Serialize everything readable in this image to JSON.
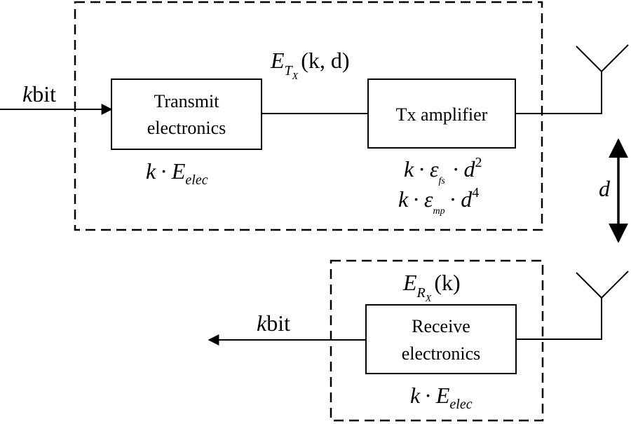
{
  "tx": {
    "input_label_k": "k",
    "input_label_bit": "bit",
    "electronics_line1": "Transmit",
    "electronics_line2": "electronics",
    "energy_k": "k",
    "energy_dot": "·",
    "energy_E": "E",
    "energy_sub": "elec",
    "amplifier_label": "Tx amplifier",
    "ETx_E": "E",
    "ETx_sub": "T",
    "ETx_subsub": "X",
    "ETx_args": "(k, d)",
    "fs_k": "k",
    "fs_dot1": "·",
    "fs_eps": "ε",
    "fs_sub": "fs",
    "fs_dot2": "·",
    "fs_d": "d",
    "fs_exp": "2",
    "mp_k": "k",
    "mp_dot1": "·",
    "mp_eps": "ε",
    "mp_sub": "mp",
    "mp_dot2": "·",
    "mp_d": "d",
    "mp_exp": "4"
  },
  "distance_label": "d",
  "rx": {
    "ERx_E": "E",
    "ERx_sub": "R",
    "ERx_subsub": "X",
    "ERx_args": "(k)",
    "electronics_line1": "Receive",
    "electronics_line2": "electronics",
    "output_label_k": "k",
    "output_label_bit": "bit",
    "energy_k": "k",
    "energy_dot": "·",
    "energy_E": "E",
    "energy_sub": "elec"
  }
}
